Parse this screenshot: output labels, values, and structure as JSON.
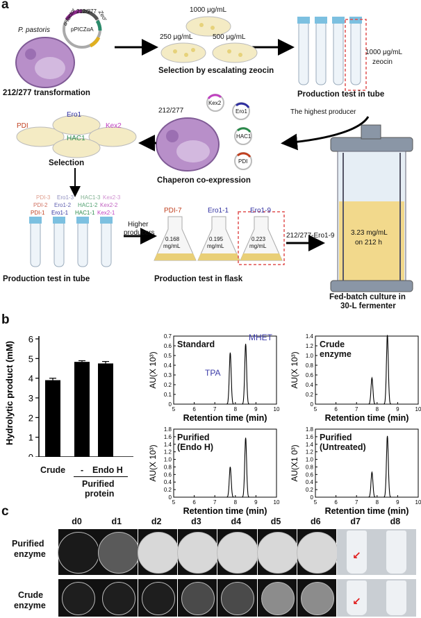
{
  "panel_a": {
    "letter": "a",
    "plasmid": {
      "org": "P. pastoris",
      "name": "pPICZαA",
      "insert": "212/277",
      "factor": "α-factor",
      "marker": "Zeoʳ"
    },
    "transformation_label": "212/277 transformation",
    "concentrations": {
      "c1000": "1000 μg/mL",
      "c250": "250 μg/mL",
      "c500": "500 μg/mL"
    },
    "selection_zeocin_label": "Selection by escalating zeocin",
    "tube_zeocin": {
      "conc": "1000 μg/mL",
      "agent": "zeocin"
    },
    "production_tube_top": "Production test in tube",
    "highest_producer": "The highest producer",
    "chaperone": {
      "strain": "212/277",
      "kex2": "Kex2",
      "ero1": "Ero1",
      "hac1": "HAC1",
      "pdi": "PDI"
    },
    "chaperon_label": "Chaperon co-expression",
    "plates": {
      "pdi": "PDI",
      "ero1": "Ero1",
      "kex2": "Kex2",
      "hac1": "HAC1"
    },
    "selection_label": "Selection",
    "tube_rows": {
      "r1": [
        "PDI-3",
        "Ero1-3",
        "HAC1-3",
        "Kex2-3"
      ],
      "r2": [
        "PDI-2",
        "Ero1-2",
        "HAC1-2",
        "Kex2-2"
      ],
      "r3": [
        "PDI-1",
        "Ero1-1",
        "HAC1-1",
        "Kex2-1"
      ]
    },
    "production_tube_bottom": "Production test in tube",
    "higher_producers": [
      "Higher",
      "producers"
    ],
    "flasks": [
      {
        "name": "PDI-7",
        "value": "0.168",
        "unit": "mg/mL"
      },
      {
        "name": "Ero1-1",
        "value": "0.195",
        "unit": "mg/mL"
      },
      {
        "name": "Ero1-9",
        "value": "0.223",
        "unit": "mg/mL"
      }
    ],
    "flask_label": "Production test in flask",
    "ferment_strain": "212/277-Ero1-9",
    "fermenter_value": [
      "3.23 mg/mL",
      "on 212 h"
    ],
    "fermenter_label": [
      "Fed-batch culture in",
      "30-L fermenter"
    ]
  },
  "panel_b": {
    "letter": "b",
    "bar": {
      "ylabel": "Hydrolytic product (mM)",
      "yticks": [
        "0",
        "1",
        "2",
        "3",
        "4",
        "5",
        "6"
      ],
      "cat_crude": "Crude",
      "cat_dash": "-",
      "cat_endo": "Endo H",
      "group_label": [
        "Purified",
        "protein"
      ]
    },
    "hplc_xlabel": "Retention time (min)",
    "hplc_ylabel_1": "AU(X 10³)",
    "hplc_ylabel_2": "AU(X1 0³)",
    "hplc_titles": {
      "std": "Standard",
      "crude": [
        "Crude",
        "enzyme"
      ],
      "endo": [
        "Purified",
        "(Endo H)"
      ],
      "untreated": [
        "Purified",
        "(Untreated)"
      ]
    },
    "peaks": {
      "tpa": "TPA",
      "mhet": "MHET"
    },
    "accent": "#3a3aa8"
  },
  "panel_c": {
    "letter": "c",
    "days": [
      "d0",
      "d1",
      "d2",
      "d3",
      "d4",
      "d5",
      "d6",
      "d7",
      "d8"
    ],
    "row1": [
      "Purified",
      "enzyme"
    ],
    "row2": [
      "Crude",
      "enzyme"
    ]
  },
  "chart_data": [
    {
      "type": "bar",
      "categories": [
        "Crude",
        "-",
        "Endo H"
      ],
      "values": [
        3.9,
        4.83,
        4.75
      ],
      "errors": [
        0.1,
        0.06,
        0.1
      ],
      "ylabel": "Hydrolytic product (mM)",
      "ylim": [
        0,
        6
      ]
    },
    {
      "type": "line",
      "title": "Standard",
      "xlabel": "Retention time (min)",
      "ylabel": "AU(X 10³)",
      "xlim": [
        5,
        10
      ],
      "ylim": [
        0,
        0.7
      ],
      "yticks": [
        0,
        0.1,
        0.2,
        0.3,
        0.4,
        0.5,
        0.6,
        0.7
      ],
      "peaks": [
        {
          "x": 7.75,
          "y": 0.53,
          "label": "TPA"
        },
        {
          "x": 8.5,
          "y": 0.62,
          "label": "MHET"
        }
      ]
    },
    {
      "type": "line",
      "title": "Crude enzyme",
      "xlabel": "Retention time (min)",
      "ylabel": "AU(X 10³)",
      "xlim": [
        5,
        10
      ],
      "ylim": [
        0,
        1.4
      ],
      "yticks": [
        0,
        0.2,
        0.4,
        0.6,
        0.8,
        1.0,
        1.2,
        1.4
      ],
      "peaks": [
        {
          "x": 7.75,
          "y": 0.54
        },
        {
          "x": 8.5,
          "y": 1.42
        }
      ]
    },
    {
      "type": "line",
      "title": "Purified (Endo H)",
      "xlabel": "Retention time (min)",
      "ylabel": "AU(X 10³)",
      "xlim": [
        5,
        10
      ],
      "ylim": [
        0,
        1.8
      ],
      "yticks": [
        0,
        0.2,
        0.4,
        0.6,
        0.8,
        1.0,
        1.2,
        1.4,
        1.6,
        1.8
      ],
      "peaks": [
        {
          "x": 7.75,
          "y": 0.8
        },
        {
          "x": 8.5,
          "y": 1.57
        }
      ]
    },
    {
      "type": "line",
      "title": "Purified (Untreated)",
      "xlabel": "Retention time (min)",
      "ylabel": "AU(X1 0³)",
      "xlim": [
        5,
        10
      ],
      "ylim": [
        0,
        1.8
      ],
      "yticks": [
        0,
        0.2,
        0.4,
        0.6,
        0.8,
        1.0,
        1.2,
        1.4,
        1.6,
        1.8
      ],
      "peaks": [
        {
          "x": 7.75,
          "y": 0.66
        },
        {
          "x": 8.5,
          "y": 1.62
        }
      ]
    }
  ]
}
